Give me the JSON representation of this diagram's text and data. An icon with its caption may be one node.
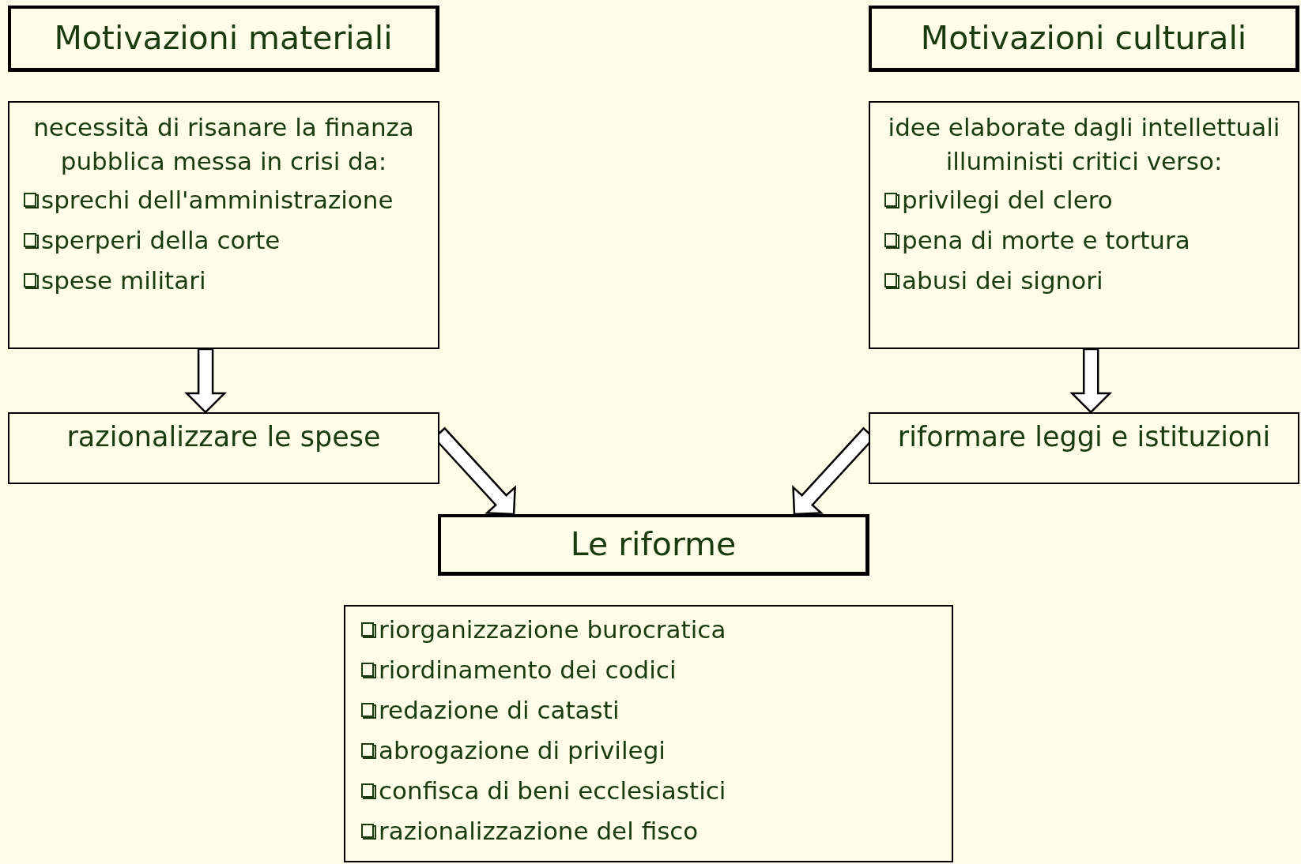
{
  "diagram": {
    "nodes": [
      {
        "text": [
          "Motivazioni materiali"
        ]
      },
      {
        "text": [
          "Motivazioni culturali"
        ]
      },
      {
        "text": [
          "necessità di risanare la finanza pubblica messa in crisi da:",
          "sprechi dell'amministrazione",
          "sperperi della corte",
          "spese militari"
        ]
      },
      {
        "text": [
          "idee elaborate dagli intellettuali illuministi critici verso:",
          "privilegi del clero",
          "pena di morte e tortura",
          "abusi dei signori"
        ]
      },
      {
        "text": [
          "razionalizzare le spese"
        ]
      },
      {
        "text": [
          "riformare leggi e istituzioni"
        ]
      },
      {
        "text": [
          "Le riforme"
        ]
      },
      {
        "text": [
          "riorganizzazione burocratica",
          "riordinamento dei codici",
          "redazione di catasti",
          "abrogazione di privilegi",
          "confisca di beni ecclesiastici",
          "razionalizzazione del fisco"
        ]
      }
    ],
    "edges": [
      {
        "from": 2,
        "to": 4,
        "arrow": "to"
      },
      {
        "from": 3,
        "to": 5,
        "arrow": "to"
      },
      {
        "from": 4,
        "to": 6,
        "arrow": "to"
      },
      {
        "from": 5,
        "to": 6,
        "arrow": "to"
      }
    ]
  }
}
